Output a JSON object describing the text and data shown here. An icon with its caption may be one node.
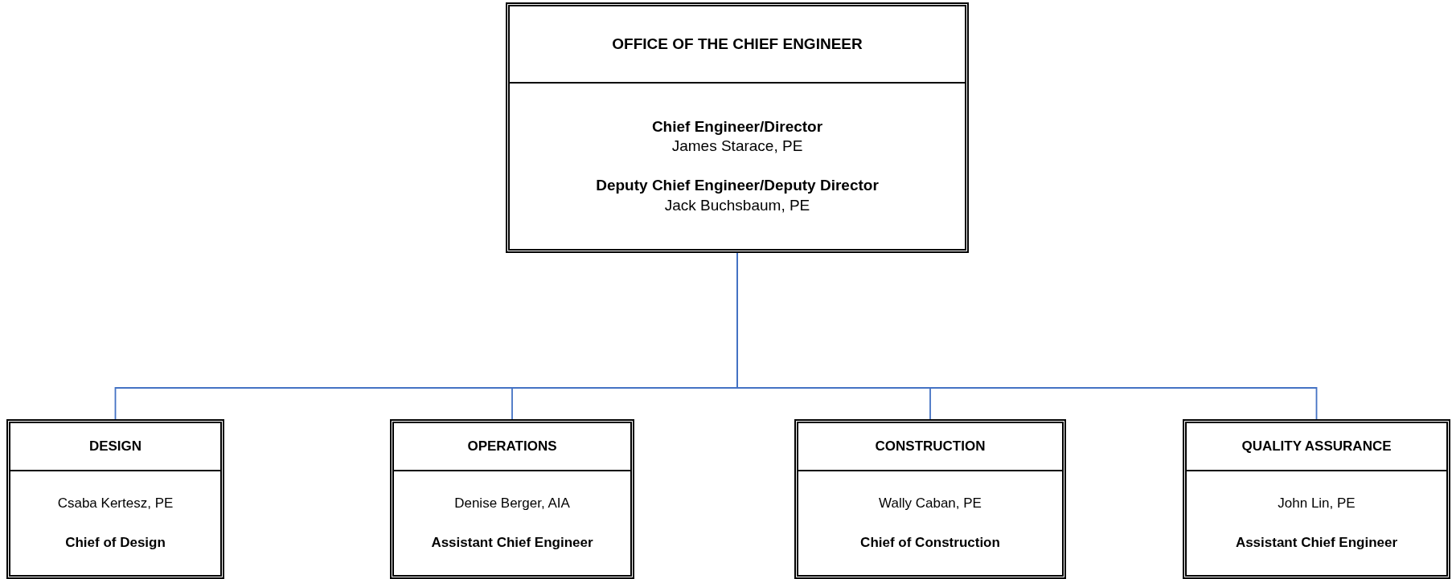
{
  "diagram": {
    "nodes": [
      {
        "text": [
          "OFFICE OF THE CHIEF ENGINEER",
          "Chief Engineer/Director",
          "James Starace, PE",
          "Deputy Chief Engineer/Deputy Director",
          "Jack Buchsbaum, PE"
        ]
      },
      {
        "text": [
          "DESIGN",
          "Csaba Kertesz, PE",
          "Chief of Design"
        ]
      },
      {
        "text": [
          "OPERATIONS",
          "Denise Berger, AIA",
          "Assistant Chief Engineer"
        ]
      },
      {
        "text": [
          "CONSTRUCTION",
          "Wally Caban, PE",
          "Chief of Construction"
        ]
      },
      {
        "text": [
          "QUALITY ASSURANCE",
          "John Lin, PE",
          "Assistant Chief Engineer"
        ]
      }
    ],
    "edges": [
      {
        "from": 0,
        "to": 1,
        "arrow": "none",
        "color": "#4472c4"
      },
      {
        "from": 0,
        "to": 2,
        "arrow": "none",
        "color": "#4472c4"
      },
      {
        "from": 0,
        "to": 3,
        "arrow": "none",
        "color": "#4472c4"
      },
      {
        "from": 0,
        "to": 4,
        "arrow": "none",
        "color": "#4472c4"
      }
    ]
  }
}
